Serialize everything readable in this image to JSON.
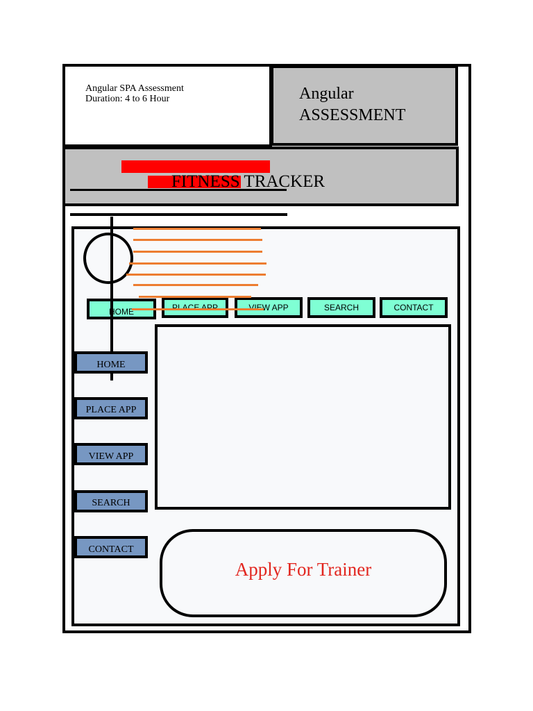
{
  "header": {
    "info_lines": [
      "Angular SPA Assessment",
      "Duration: 4 to 6 Hour"
    ],
    "title_lines": [
      "Angular",
      "ASSESSMENT"
    ]
  },
  "banner": {
    "title": "FITNESS TRACKER"
  },
  "top_nav": {
    "items": [
      {
        "label": "HOME"
      },
      {
        "label": "PLACE APP"
      },
      {
        "label": "VIEW APP"
      },
      {
        "label": "SEARCH"
      },
      {
        "label": "CONTACT"
      }
    ]
  },
  "side_nav": {
    "items": [
      {
        "label": "HOME"
      },
      {
        "label": "PLACE APP"
      },
      {
        "label": "VIEW APP"
      },
      {
        "label": "SEARCH"
      },
      {
        "label": "CONTACT"
      }
    ]
  },
  "cta": {
    "label": "Apply For Trainer"
  },
  "colors": {
    "panel_gray": "#c0c0c0",
    "redaction_red": "#ff0000",
    "top_nav_fill": "#7fffd4",
    "side_nav_fill": "#7797c2",
    "scribble_orange": "#ed7d31",
    "cta_text": "#e2261f"
  }
}
